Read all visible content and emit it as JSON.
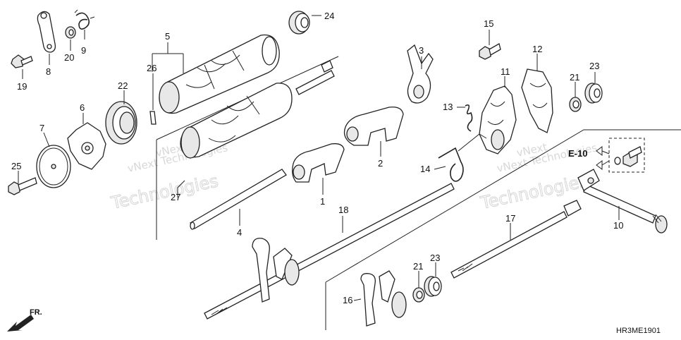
{
  "callouts": [
    {
      "id": "p24",
      "label": "24"
    },
    {
      "id": "p5",
      "label": "5"
    },
    {
      "id": "p26",
      "label": "26"
    },
    {
      "id": "p22",
      "label": "22"
    },
    {
      "id": "p6",
      "label": "6"
    },
    {
      "id": "p7",
      "label": "7"
    },
    {
      "id": "p25",
      "label": "25"
    },
    {
      "id": "p19",
      "label": "19"
    },
    {
      "id": "p8",
      "label": "8"
    },
    {
      "id": "p20",
      "label": "20"
    },
    {
      "id": "p9",
      "label": "9"
    },
    {
      "id": "p27",
      "label": "27"
    },
    {
      "id": "p4",
      "label": "4"
    },
    {
      "id": "p18",
      "label": "18"
    },
    {
      "id": "p1",
      "label": "1"
    },
    {
      "id": "p2",
      "label": "2"
    },
    {
      "id": "p3",
      "label": "3"
    },
    {
      "id": "p15",
      "label": "15"
    },
    {
      "id": "p11",
      "label": "11"
    },
    {
      "id": "p12",
      "label": "12"
    },
    {
      "id": "p21a",
      "label": "21"
    },
    {
      "id": "p23a",
      "label": "23"
    },
    {
      "id": "p13",
      "label": "13"
    },
    {
      "id": "p14",
      "label": "14"
    },
    {
      "id": "p10",
      "label": "10"
    },
    {
      "id": "p17",
      "label": "17"
    },
    {
      "id": "p21b",
      "label": "21"
    },
    {
      "id": "p23b",
      "label": "23"
    },
    {
      "id": "p16",
      "label": "16"
    }
  ],
  "reference": "E-10",
  "front_marker": "FR.",
  "diagram_code": "HR3ME1901",
  "watermarks": {
    "left_small": "vNext Technologies",
    "left_big": "Technologies",
    "right_small": "vNext Technologies",
    "right_big": "Technologies",
    "left_top": "vNext",
    "right_top": "vNext"
  }
}
